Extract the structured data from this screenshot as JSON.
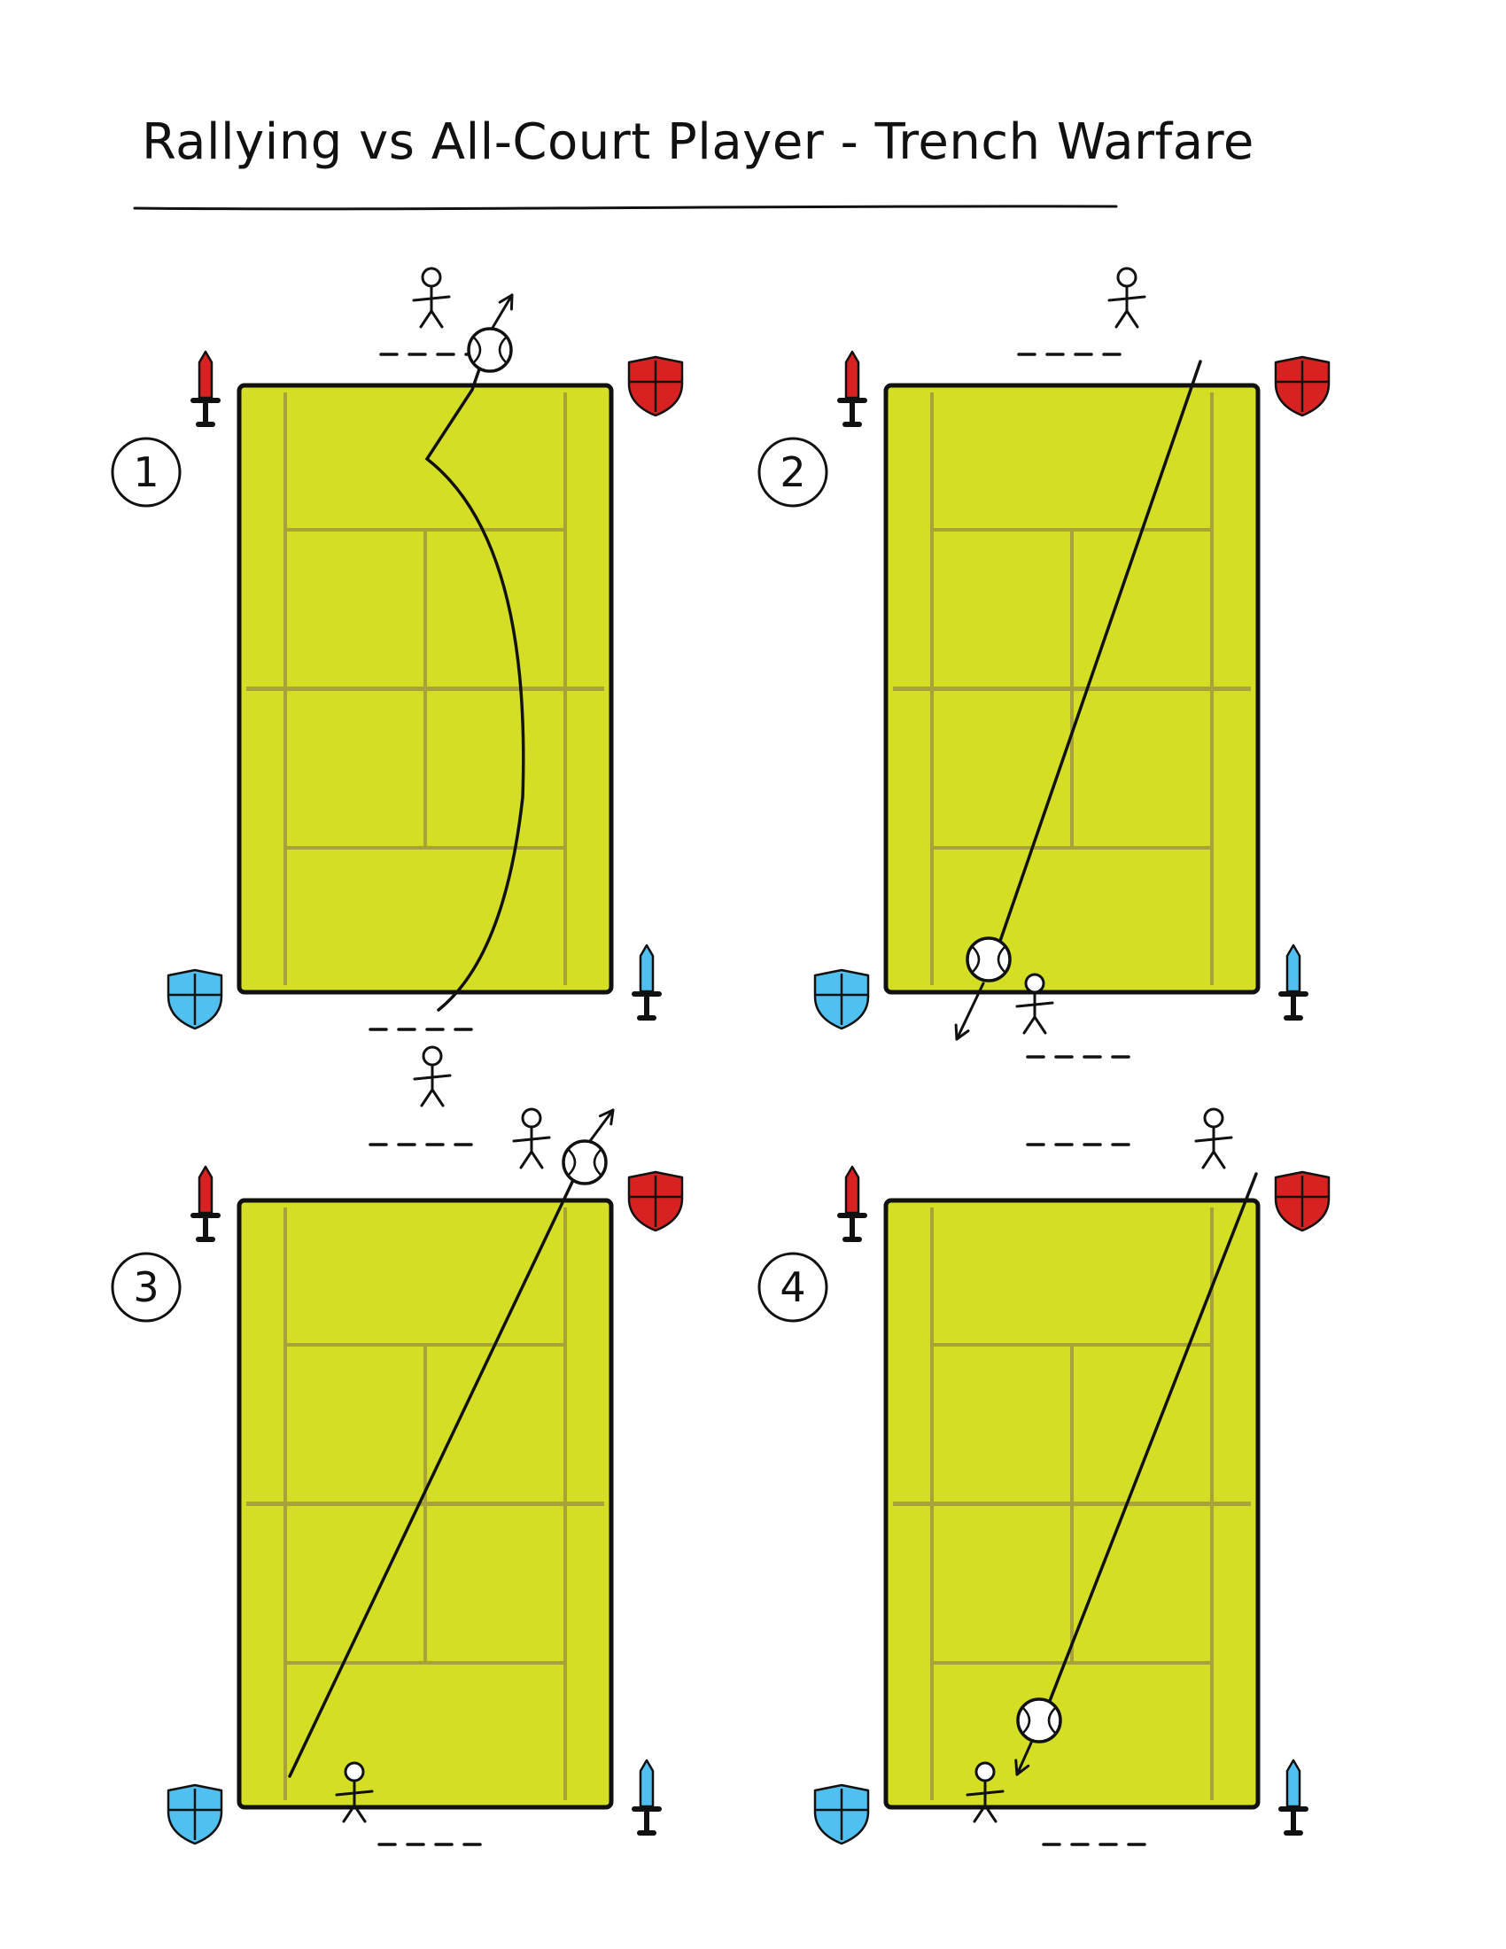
{
  "title": "Rallying vs All-Court Player - Trench Warfare",
  "colors": {
    "court_fill": "#d4de24",
    "court_lines": "#a7a23a",
    "court_border": "#111111",
    "red_team": "#d82222",
    "blue_team": "#4fc0ef",
    "ink": "#111111"
  },
  "icons": {
    "red_sword": "sword-icon",
    "red_shield": "shield-icon",
    "blue_sword": "sword-icon",
    "blue_shield": "shield-icon",
    "ball": "tennis-ball-icon",
    "player": "stick-figure-icon"
  },
  "diagrams": [
    {
      "step": "1"
    },
    {
      "step": "2"
    },
    {
      "step": "3"
    },
    {
      "step": "4"
    }
  ]
}
